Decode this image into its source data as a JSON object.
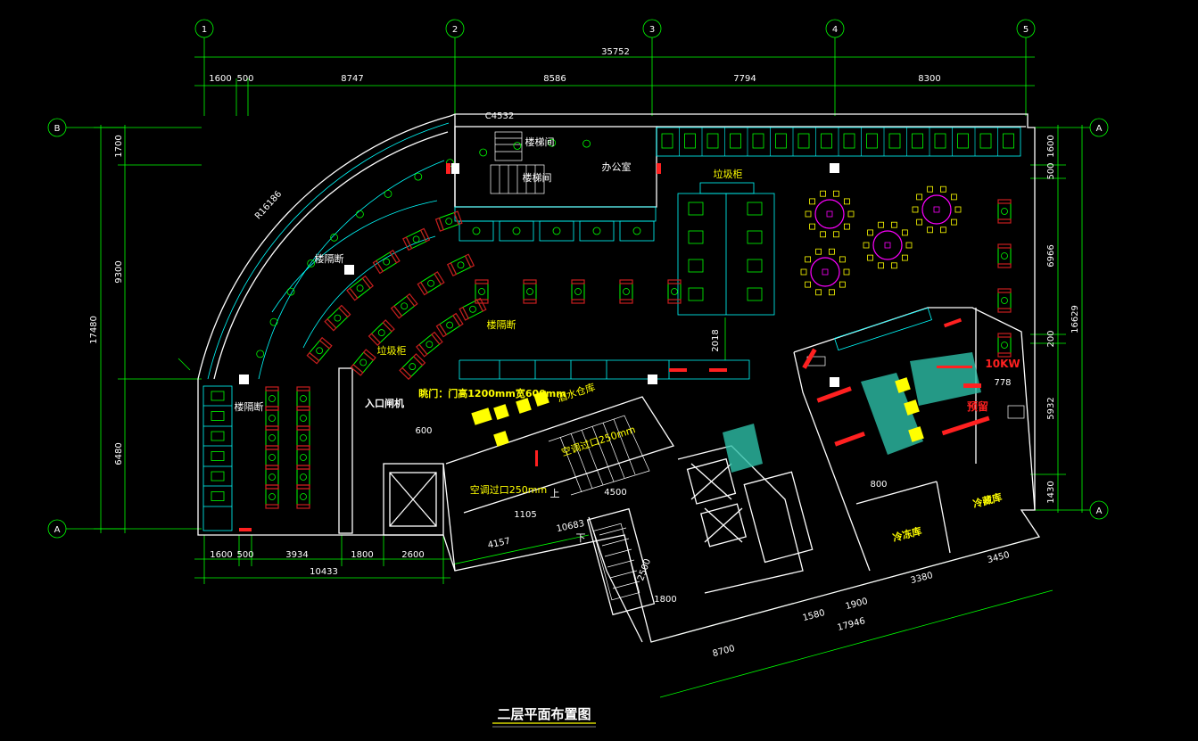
{
  "grid_axes": {
    "vertical": [
      "1",
      "2",
      "3",
      "4",
      "5"
    ],
    "horizontal_left": [
      "B",
      "A"
    ],
    "horizontal_right": [
      "A",
      "A"
    ]
  },
  "dimensions": {
    "top_total": "35752",
    "top_row": [
      "1600",
      "500",
      "8747",
      "8586",
      "7794",
      "8300"
    ],
    "left_outer": "17480",
    "left_inner": [
      "1700",
      "9300",
      "6480"
    ],
    "right_outer": "16629",
    "right_inner": [
      "1600",
      "500",
      "6966",
      "200",
      "5932",
      "1430"
    ],
    "bottom_left": [
      "1600",
      "500",
      "3934",
      "1800",
      "2600"
    ],
    "bottom_left_total": "10433",
    "bottom_mid": [
      "4157",
      "10683"
    ],
    "bottom_right_a": [
      "1580",
      "1900",
      "3380",
      "3450"
    ],
    "bottom_right_total": "17946",
    "bottom_right_b": "8700",
    "arc_radius": "R16186",
    "col_label": "C4532",
    "stair_gap": "2018",
    "dim_778": "778",
    "dim_2500": "2500",
    "dim_1105": "1105",
    "dim_4500": "4500",
    "dim_800": "800",
    "dim_600": "600",
    "dim_1800": "1800"
  },
  "rooms": {
    "stair1": "楼梯间",
    "stair2": "楼梯间",
    "office": "办公室",
    "trash1": "垃圾柜",
    "trash2": "垃圾柜",
    "partition1": "楼隔断",
    "partition2": "楼隔断",
    "partition3": "楼隔断",
    "entrance": "入口闸机",
    "door_note": "眺门：门高1200mm宽600mm",
    "water_store": "酒水仓库",
    "ac1": "空调过口250mm",
    "ac2": "空调过口250mm",
    "freezer": "冷冻库",
    "cold": "冷藏库",
    "prep": "预留",
    "pass": "10KW",
    "up": "上",
    "down": "下",
    "title": "二层平面布置图"
  },
  "colors": {
    "wall": "#ffffff",
    "furniture_cyan": "#00ffff",
    "table_green": "#00ff00",
    "chair_red": "#c81e1e",
    "accent_yellow": "#ffff00",
    "round_table_magenta": "#ff00ff",
    "dimension_green": "#00ff00",
    "kitchen_teal": "#2dbfa8"
  }
}
